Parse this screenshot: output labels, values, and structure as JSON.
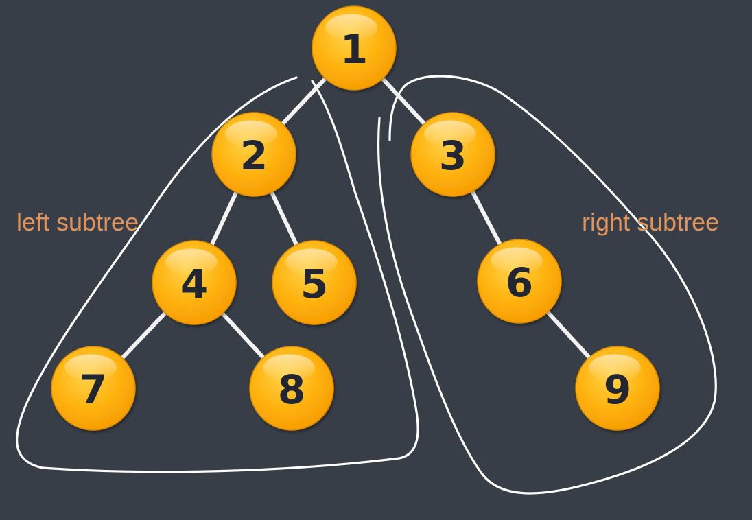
{
  "labels": {
    "left": "left subtree",
    "right": "right subtree"
  },
  "colors": {
    "background": "#383e48",
    "node_fill": "#ffb30f",
    "node_text": "#222831",
    "edge": "#f2f2f2",
    "outline": "#ffffff",
    "label_text": "#e0935a"
  },
  "tree": {
    "nodes": [
      {
        "id": "1",
        "label": "1"
      },
      {
        "id": "2",
        "label": "2"
      },
      {
        "id": "3",
        "label": "3"
      },
      {
        "id": "4",
        "label": "4"
      },
      {
        "id": "5",
        "label": "5"
      },
      {
        "id": "6",
        "label": "6"
      },
      {
        "id": "7",
        "label": "7"
      },
      {
        "id": "8",
        "label": "8"
      },
      {
        "id": "9",
        "label": "9"
      }
    ],
    "edges": [
      {
        "from": "1",
        "to": "2"
      },
      {
        "from": "1",
        "to": "3"
      },
      {
        "from": "2",
        "to": "4"
      },
      {
        "from": "2",
        "to": "5"
      },
      {
        "from": "3",
        "to": "6"
      },
      {
        "from": "4",
        "to": "7"
      },
      {
        "from": "4",
        "to": "8"
      },
      {
        "from": "6",
        "to": "9"
      }
    ]
  }
}
